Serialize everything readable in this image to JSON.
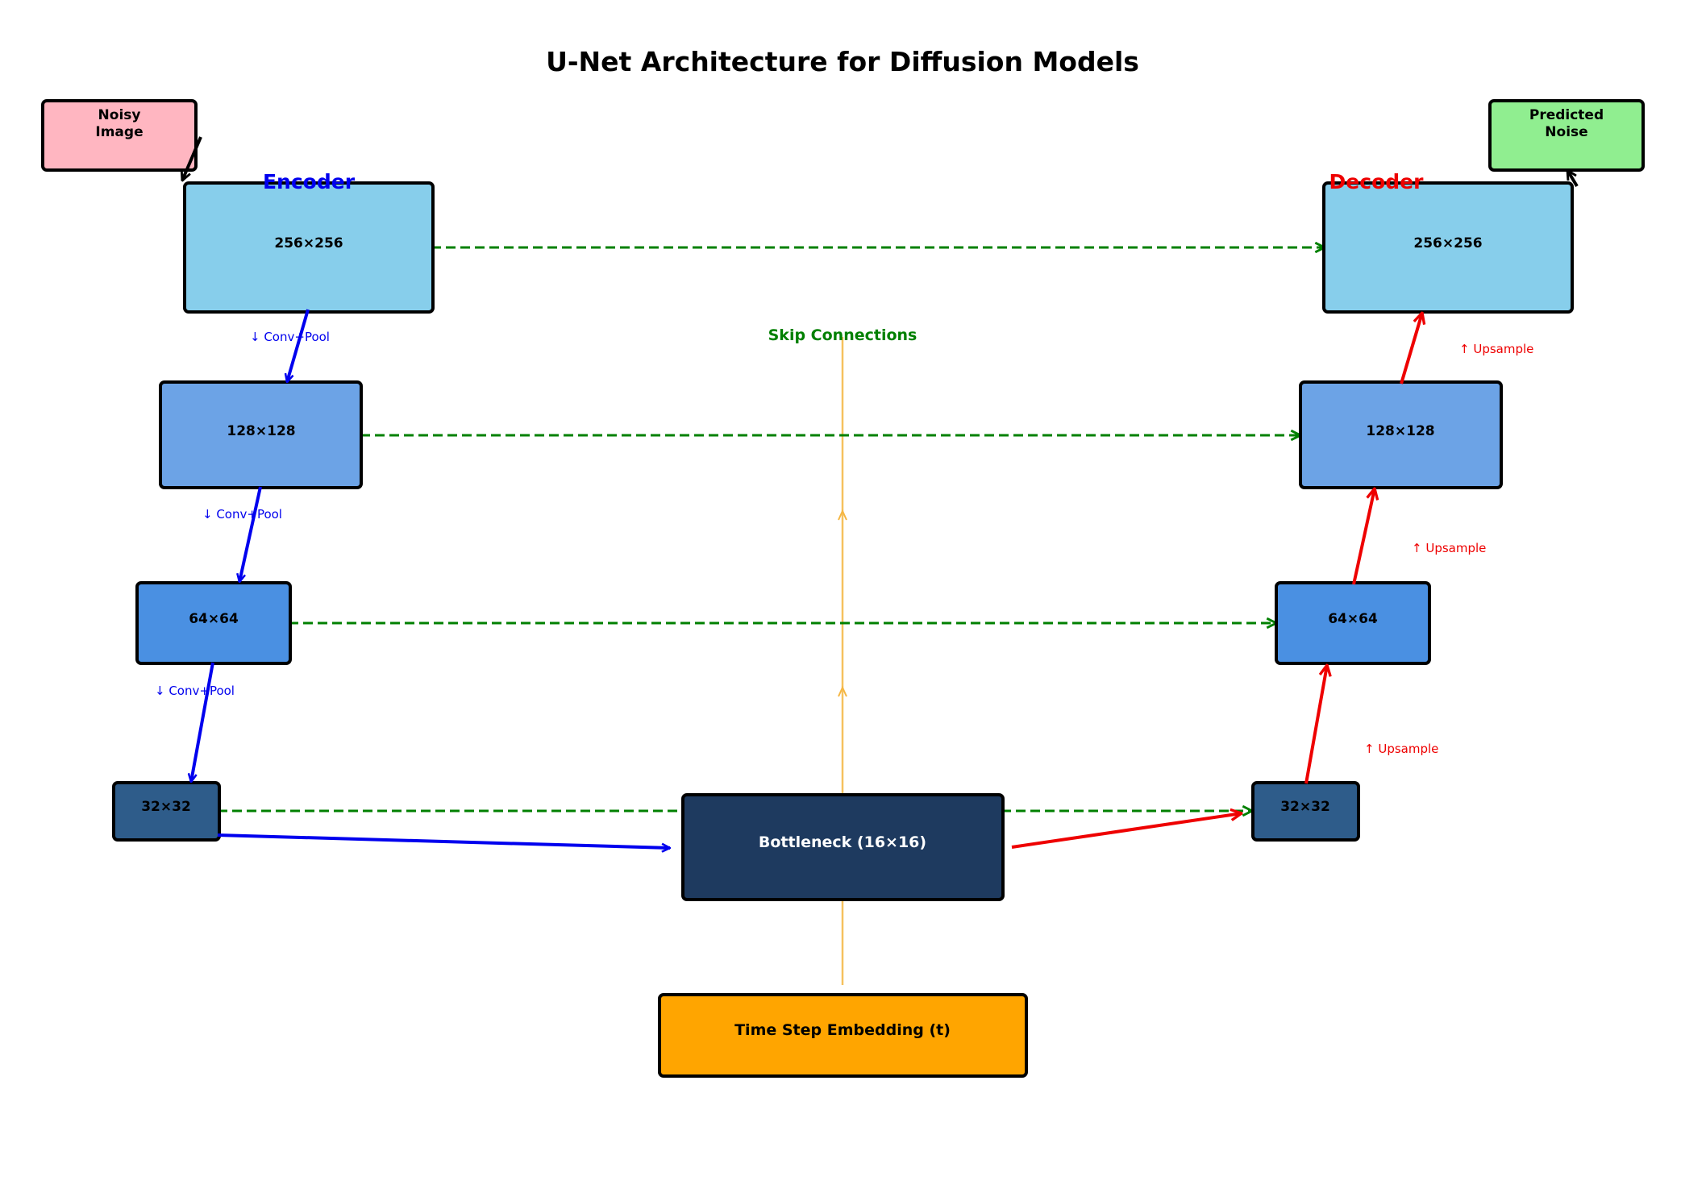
{
  "title": "U-Net Architecture for Diffusion Models",
  "input": {
    "label_line1": "Noisy",
    "label_line2": "Image"
  },
  "output": {
    "label_line1": "Predicted",
    "label_line2": "Noise"
  },
  "encoder": {
    "heading": "Encoder",
    "blocks": [
      "256×256",
      "128×128",
      "64×64",
      "32×32"
    ],
    "step_label": "↓ Conv+Pool"
  },
  "decoder": {
    "heading": "Decoder",
    "blocks": [
      "256×256",
      "128×128",
      "64×64",
      "32×32"
    ],
    "step_label": "↑ Upsample"
  },
  "bottleneck": {
    "label": "Bottleneck (16×16)"
  },
  "skip_connections": {
    "label": "Skip Connections"
  },
  "time_embedding": {
    "label": "Time Step Embedding (t)"
  },
  "colors": {
    "input": "#FFB6C1",
    "output": "#90EE90",
    "level_256": "#87CEEB",
    "level_128": "#6CA3E6",
    "level_64": "#4A90E2",
    "level_32": "#2E5C8A",
    "bottleneck": "#1E3A5F",
    "time_embedding": "#FFA500",
    "encoder_arrow": "#0000EE",
    "decoder_arrow": "#EE0000",
    "skip": "#008000",
    "time_line": "#F5B642"
  }
}
